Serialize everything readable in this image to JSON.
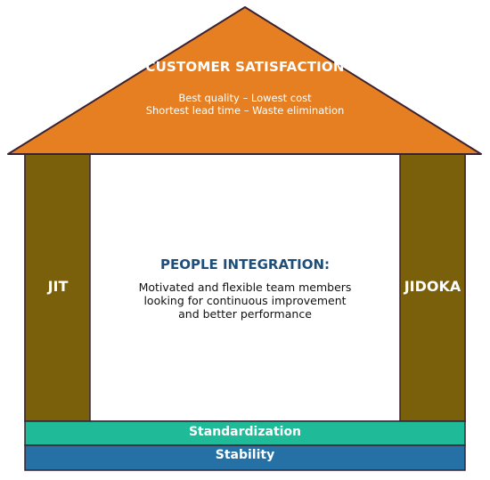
{
  "roof": {
    "title": "CUSTOMER SATISFACTION",
    "line1": "Best quality  –  Lowest cost",
    "line2": "Shortest lead time  –  Waste elimination"
  },
  "pillars": {
    "left": "JIT",
    "right": "JIDOKA"
  },
  "center": {
    "title": "PEOPLE INTEGRATION:",
    "line1": "Motivated and flexible team members",
    "line2": "looking for continuous improvement",
    "line3": "and better performance"
  },
  "foundation": {
    "upper": "Standardization",
    "lower": "Stability"
  },
  "colors": {
    "roof": "#e57f22",
    "pillar": "#7b600b",
    "standardization": "#1fba98",
    "stability": "#2571a6",
    "outline": "#3b2230",
    "center_title": "#1f4e79"
  }
}
